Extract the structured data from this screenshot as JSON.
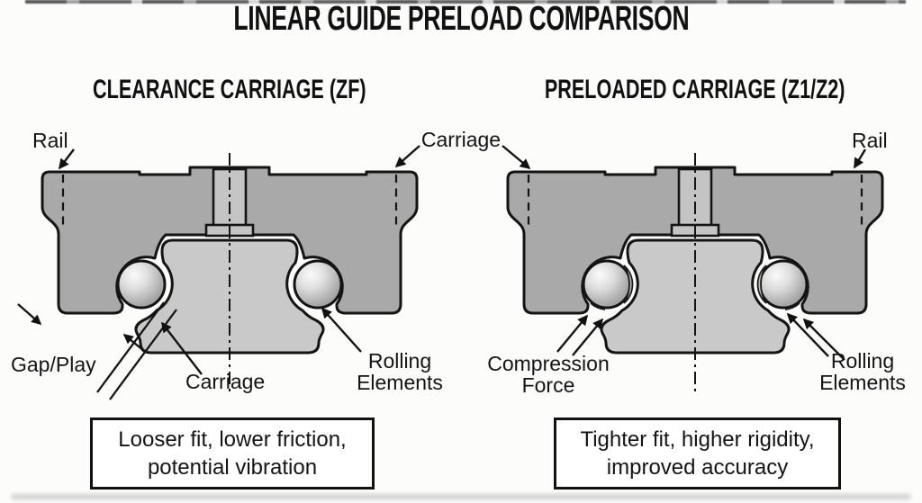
{
  "title": "LINEAR GUIDE PRELOAD COMPARISON",
  "shared_labels": {
    "carriage_top": "Carriage"
  },
  "panels": [
    {
      "subtitle": "CLEARANCE CARRIAGE (ZF)",
      "labels": {
        "rail": "Rail",
        "gap_play": "Gap/Play",
        "carriage_bottom": "Carriage",
        "rolling_line1": "Rolling",
        "rolling_line2": "Elements"
      },
      "caption": [
        "Looser fit, lower friction,",
        "potential vibration"
      ]
    },
    {
      "subtitle": "PRELOADED CARRIAGE (Z1/Z2)",
      "labels": {
        "rail": "Rail",
        "compression_line1": "Compression",
        "compression_line2": "Force",
        "rolling_line1": "Rolling",
        "rolling_line2": "Elements"
      },
      "caption": [
        "Tighter fit, higher rigidity,",
        "improved accuracy"
      ]
    }
  ],
  "colors": {
    "carriage_fill": "#a9a9a9",
    "rail_fill": "#c9c9c9",
    "bolt_fill": "#c4c4c4",
    "outline": "#141414",
    "background": "#fcfcfb"
  }
}
